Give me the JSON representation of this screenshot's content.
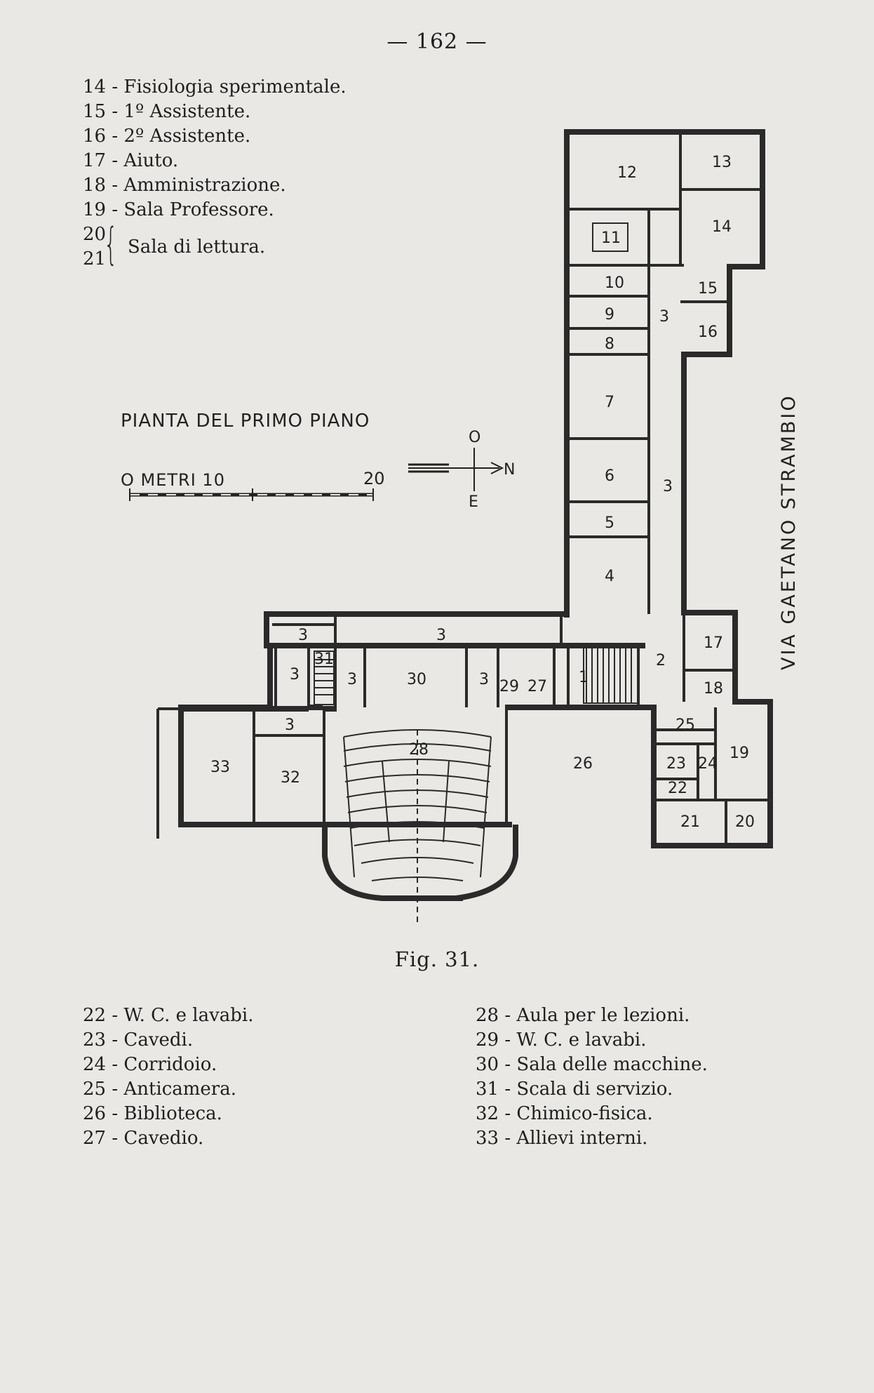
{
  "page_number": "— 162 —",
  "legend_top": [
    {
      "num": "14",
      "label": "Fisiologia sperimentale."
    },
    {
      "num": "15",
      "label": "1º Assistente."
    },
    {
      "num": "16",
      "label": "2º Assistente."
    },
    {
      "num": "17",
      "label": "Aiuto."
    },
    {
      "num": "18",
      "label": "Amministrazione."
    },
    {
      "num": "19",
      "label": "Sala Professore."
    }
  ],
  "legend_brace": {
    "nums": [
      "20",
      "21"
    ],
    "label": "Sala di lettura."
  },
  "plan": {
    "title": "PIANTA DEL PRIMO PIANO",
    "scale_label": "O METRI 10",
    "scale_end": "20",
    "compass": {
      "north": "N",
      "west": "O",
      "east": "E"
    },
    "street_label": "VIA GAETANO STRAMBIO",
    "rooms": [
      "1",
      "2",
      "3",
      "4",
      "5",
      "6",
      "7",
      "8",
      "9",
      "10",
      "11",
      "12",
      "13",
      "14",
      "15",
      "16",
      "17",
      "18",
      "19",
      "20",
      "21",
      "22",
      "23",
      "24",
      "25",
      "26",
      "27",
      "28",
      "29",
      "30",
      "31",
      "32",
      "33"
    ]
  },
  "figure_caption": "Fig. 31.",
  "legend_bottom_left": [
    {
      "num": "22",
      "label": "W. C. e lavabi."
    },
    {
      "num": "23",
      "label": "Cavedi."
    },
    {
      "num": "24",
      "label": "Corridoio."
    },
    {
      "num": "25",
      "label": "Anticamera."
    },
    {
      "num": "26",
      "label": "Biblioteca."
    },
    {
      "num": "27",
      "label": "Cavedio."
    }
  ],
  "legend_bottom_right": [
    {
      "num": "28",
      "label": "Aula per le lezioni."
    },
    {
      "num": "29",
      "label": "W. C. e lavabi."
    },
    {
      "num": "30",
      "label": "Sala delle macchine."
    },
    {
      "num": "31",
      "label": "Scala di servizio."
    },
    {
      "num": "32",
      "label": "Chimico-fisica."
    },
    {
      "num": "33",
      "label": "Allievi interni."
    }
  ]
}
